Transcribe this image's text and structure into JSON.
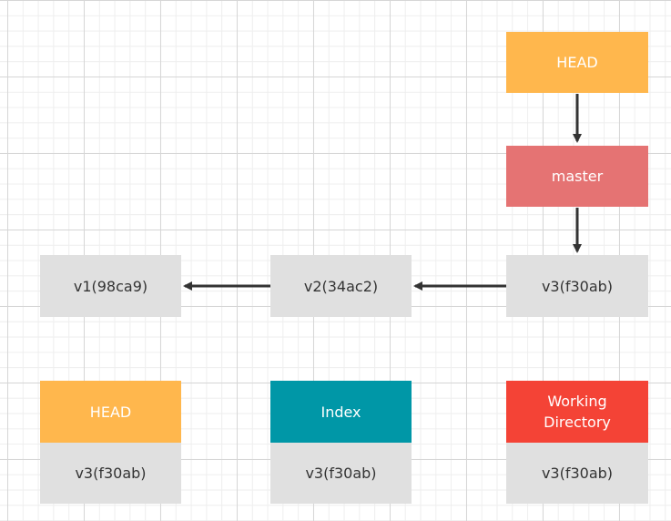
{
  "colors": {
    "head": "#ffb74d",
    "master": "#e57373",
    "index": "#0097a7",
    "working_directory": "#f44336",
    "commit_box": "#e0e0e0",
    "arrow": "#333333"
  },
  "history": {
    "head_ref": "HEAD",
    "branch": "master",
    "commits": [
      {
        "label": "v1(98ca9)"
      },
      {
        "label": "v2(34ac2)"
      },
      {
        "label": "v3(f30ab)"
      }
    ]
  },
  "trees": [
    {
      "name": "HEAD",
      "commit": "v3(f30ab)",
      "color": "#ffb74d"
    },
    {
      "name": "Index",
      "commit": "v3(f30ab)",
      "color": "#0097a7"
    },
    {
      "name": "Working\nDirectory",
      "commit": "v3(f30ab)",
      "color": "#f44336"
    }
  ]
}
